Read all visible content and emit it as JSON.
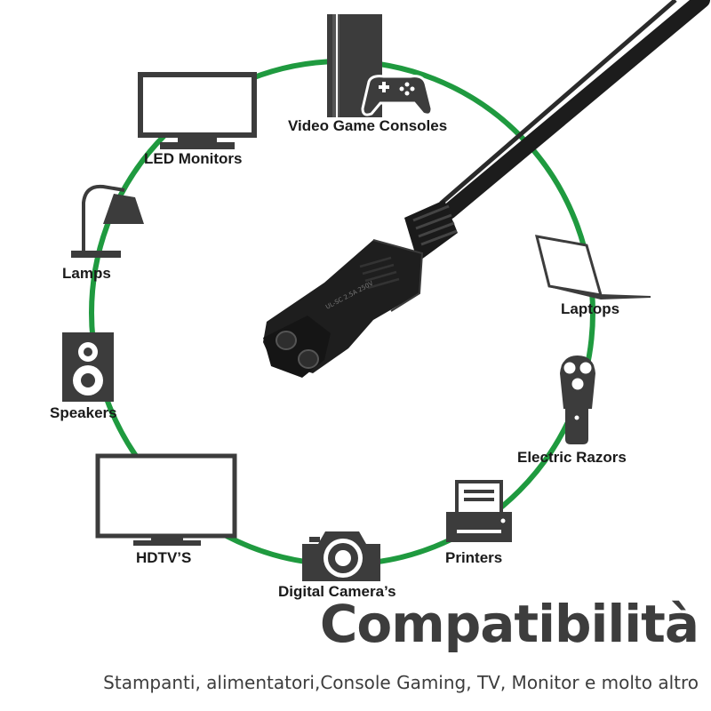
{
  "labels": {
    "video_game_consoles": "Video Game Consoles",
    "led_monitors": "LED Monitors",
    "lamps": "Lamps",
    "speakers": "Speakers",
    "hdtvs": "HDTV’S",
    "digital_cameras": "Digital Camera’s",
    "printers": "Printers",
    "electric_razors": "Electric Razors",
    "laptops": "Laptops"
  },
  "heading": "Compatibilità",
  "subtitle": "Stampanti, alimentatori,Console Gaming, TV, Monitor e molto altro",
  "speaker_glyph": "8",
  "colors": {
    "ring": "#1f9a3f",
    "icon": "#3c3c3c",
    "text": "#3d3d3d",
    "cable": "#1c1c1c"
  }
}
